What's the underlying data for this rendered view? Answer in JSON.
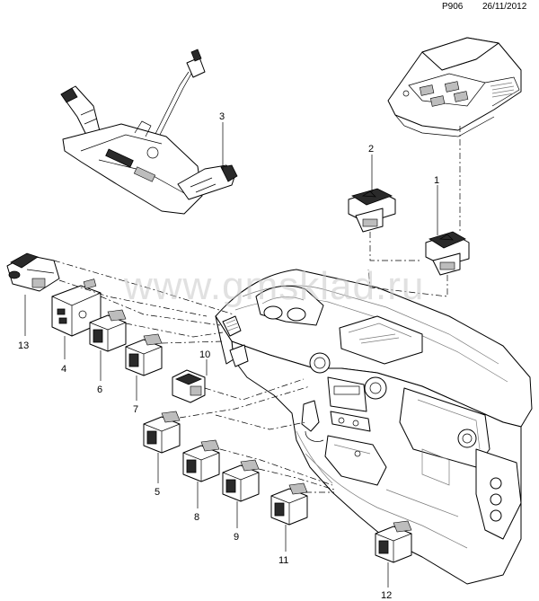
{
  "header": {
    "diagram_code": "P906",
    "date": "26/11/2012"
  },
  "watermark": "www.gmsklad.ru",
  "callouts": [
    "1",
    "2",
    "3",
    "4",
    "5",
    "6",
    "7",
    "8",
    "9",
    "10",
    "11",
    "12",
    "13"
  ]
}
